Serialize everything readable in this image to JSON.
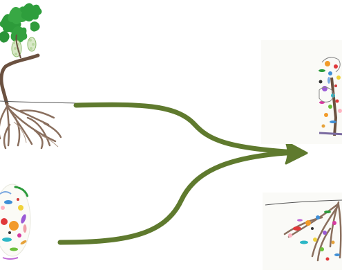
{
  "title": "",
  "nodes": [
    {
      "id": "vine-with-roots",
      "label": ""
    },
    {
      "id": "microbes",
      "label": ""
    },
    {
      "id": "colonized-vine",
      "label": ""
    },
    {
      "id": "colonized-roots",
      "label": ""
    }
  ],
  "edges": [
    {
      "from": "vine-with-roots",
      "to": "colonized-vine"
    },
    {
      "from": "microbes",
      "to": "colonized-vine"
    }
  ],
  "colors": {
    "arrow": "#5f7a2e",
    "leaf": "#2d9b3a",
    "leaf_light": "#7fd06a",
    "grape": "#d9e9c8",
    "wood": "#6b5140",
    "root": "#8a6f5e",
    "soil_line": "#555555"
  }
}
